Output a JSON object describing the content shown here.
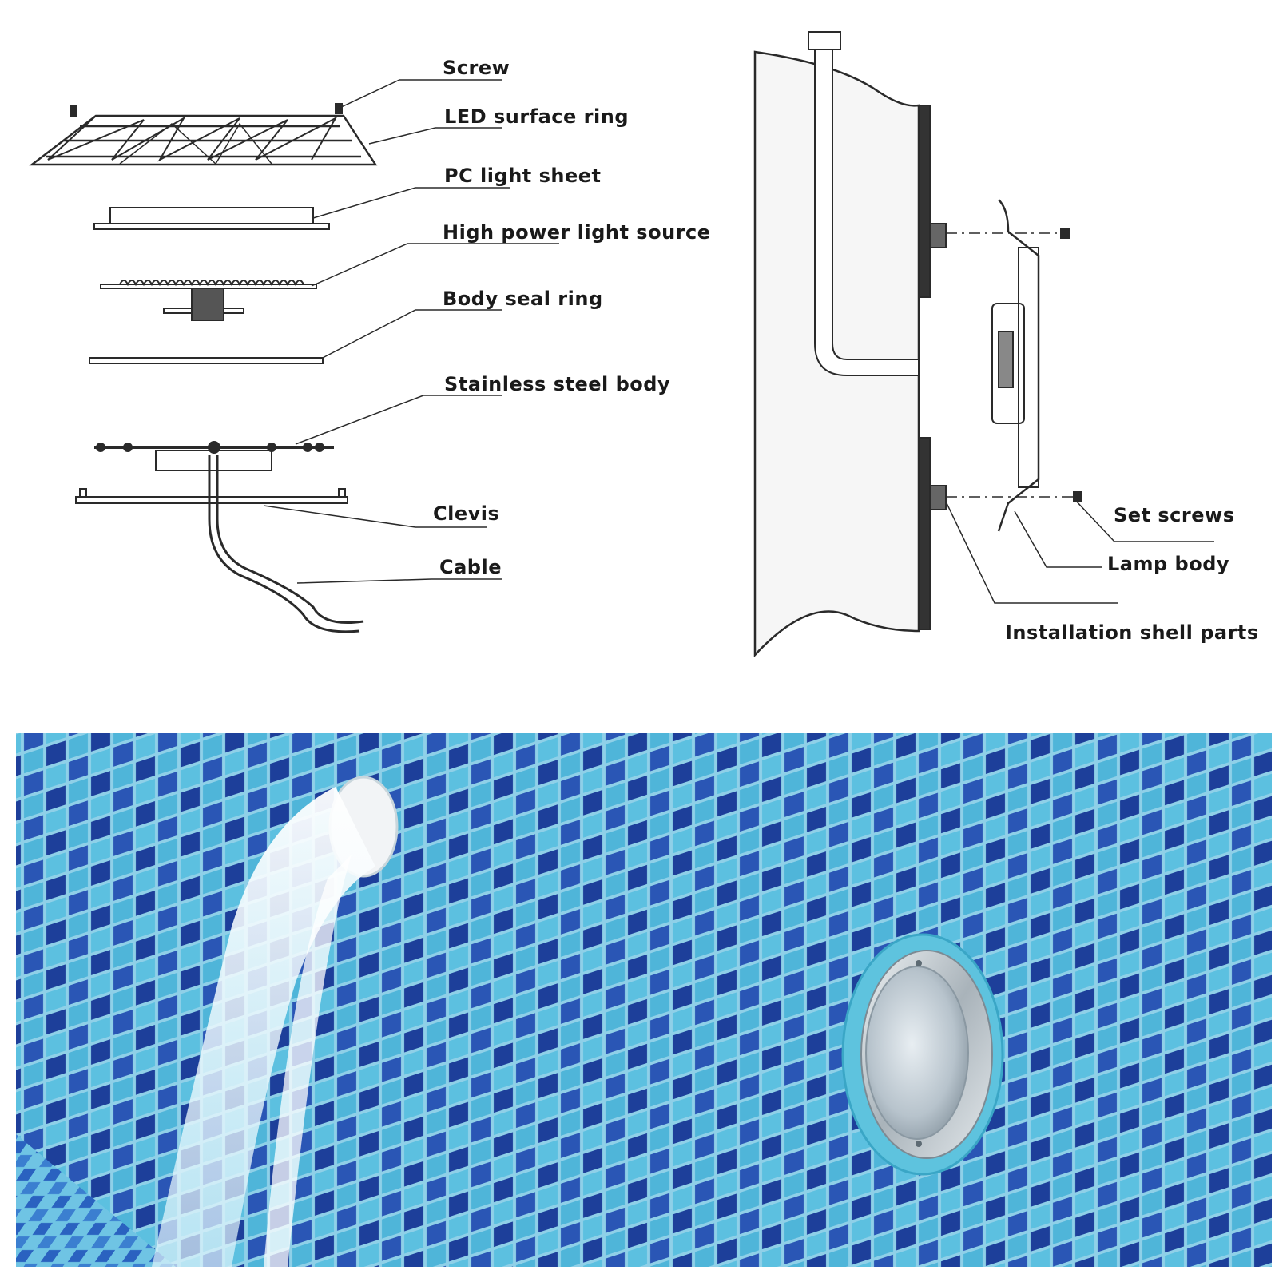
{
  "exploded_view": {
    "labels": {
      "screw": "Screw",
      "led_surface_ring": "LED surface ring",
      "pc_light_sheet": "PC light sheet",
      "high_power_light_source": "High power light source",
      "body_seal_ring": "Body seal ring",
      "stainless_steel_body": "Stainless steel body",
      "clevis": "Clevis",
      "cable": "Cable"
    }
  },
  "installation_view": {
    "labels": {
      "set_screws": "Set screws",
      "lamp_body": "Lamp body",
      "installation_shell_parts": "Installation shell parts"
    }
  },
  "colors": {
    "line": "#2a2a2a",
    "tile_light": "#4fb5d9",
    "tile_dark": "#1d3f9a",
    "grout": "#8fd0e8",
    "ring_blue": "#5ec3de",
    "steel": "#b9c2c9"
  }
}
